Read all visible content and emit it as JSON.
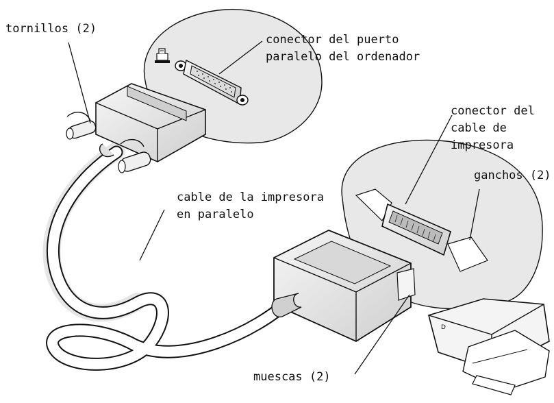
{
  "labels": {
    "screws": [
      "tornillos (2)"
    ],
    "computer_port": [
      "conector del puerto",
      "paralelo del ordenador"
    ],
    "printer_connector": [
      "conector del",
      "cable de",
      "impresora"
    ],
    "clips": [
      "ganchos (2)"
    ],
    "parallel_cable": [
      "cable de la impresora",
      "en paralelo"
    ],
    "notches": [
      "muescas (2)"
    ]
  },
  "colors": {
    "line": "#111111",
    "inset_fill": "#e8e8e8",
    "connector_light": "#f2f2f2",
    "connector_mid": "#d4d4d4",
    "connector_dark": "#9a9a9a",
    "cable_shadow": "#e6e6e6"
  },
  "icons": {
    "parallel_port": "printer-port-icon"
  }
}
